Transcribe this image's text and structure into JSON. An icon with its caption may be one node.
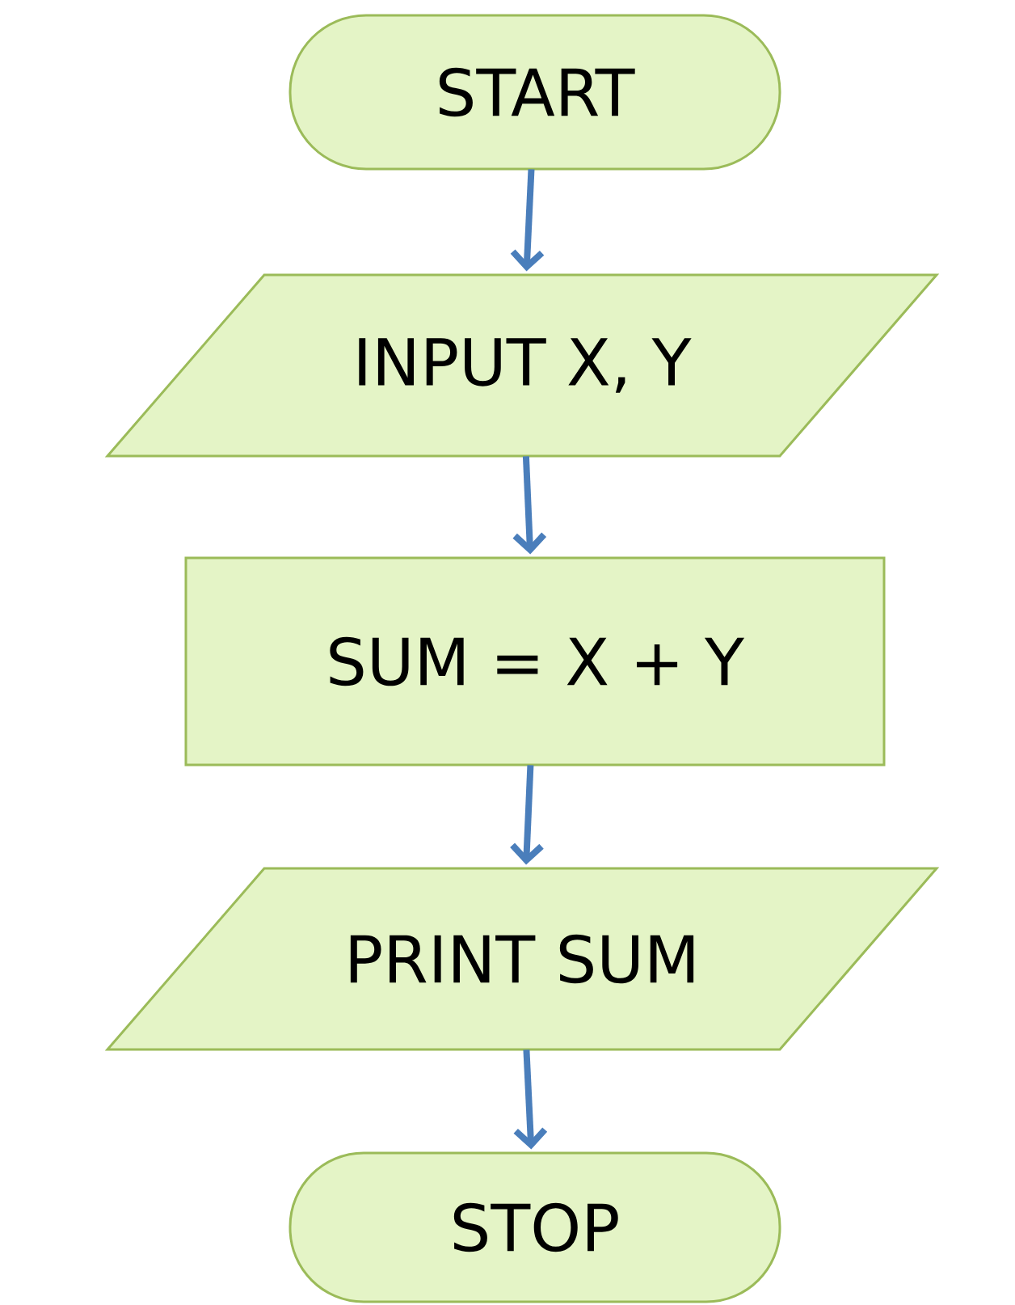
{
  "diagram": {
    "nodes": [
      {
        "text": [
          "START"
        ]
      },
      {
        "text": [
          "INPUT X, Y"
        ]
      },
      {
        "text": [
          "SUM = X + Y"
        ]
      },
      {
        "text": [
          "PRINT SUM"
        ]
      },
      {
        "text": [
          "STOP"
        ]
      }
    ],
    "edges": [
      {
        "from": 0,
        "to": 1,
        "arrow": "to"
      },
      {
        "from": 1,
        "to": 2,
        "arrow": "to"
      },
      {
        "from": 2,
        "to": 3,
        "arrow": "to"
      },
      {
        "from": 3,
        "to": 4,
        "arrow": "to"
      }
    ]
  }
}
